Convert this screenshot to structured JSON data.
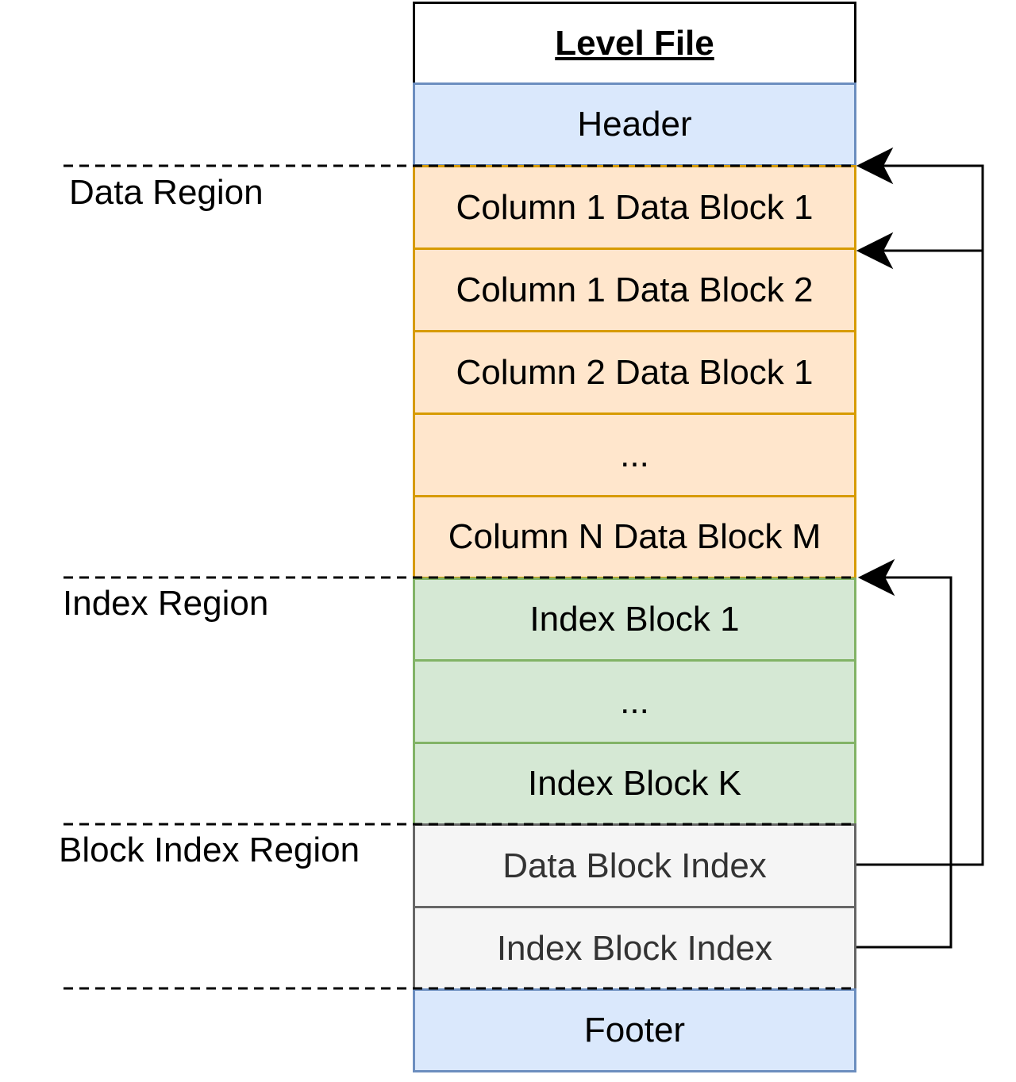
{
  "title": "Level File",
  "blocks": {
    "header": "Header",
    "c1b1": "Column 1 Data Block 1",
    "c1b2": "Column 1 Data Block 2",
    "c2b1": "Column 2 Data Block 1",
    "data_ellipsis": "...",
    "cnbm": "Column N Data Block M",
    "ib1": "Index Block 1",
    "index_ellipsis": "...",
    "ibk": "Index Block K",
    "dbi": "Data Block Index",
    "ibi": "Index Block Index",
    "footer": "Footer"
  },
  "regions": {
    "data": "Data Region",
    "index": "Index Region",
    "block_index": "Block Index Region"
  },
  "colors": {
    "header_fill": "#dae8fc",
    "header_stroke": "#6c8ebf",
    "data_fill": "#ffe6cc",
    "data_stroke": "#d79b00",
    "index_fill": "#d5e8d4",
    "index_stroke": "#82b366",
    "block_index_fill": "#f5f5f5",
    "block_index_stroke": "#666666"
  }
}
